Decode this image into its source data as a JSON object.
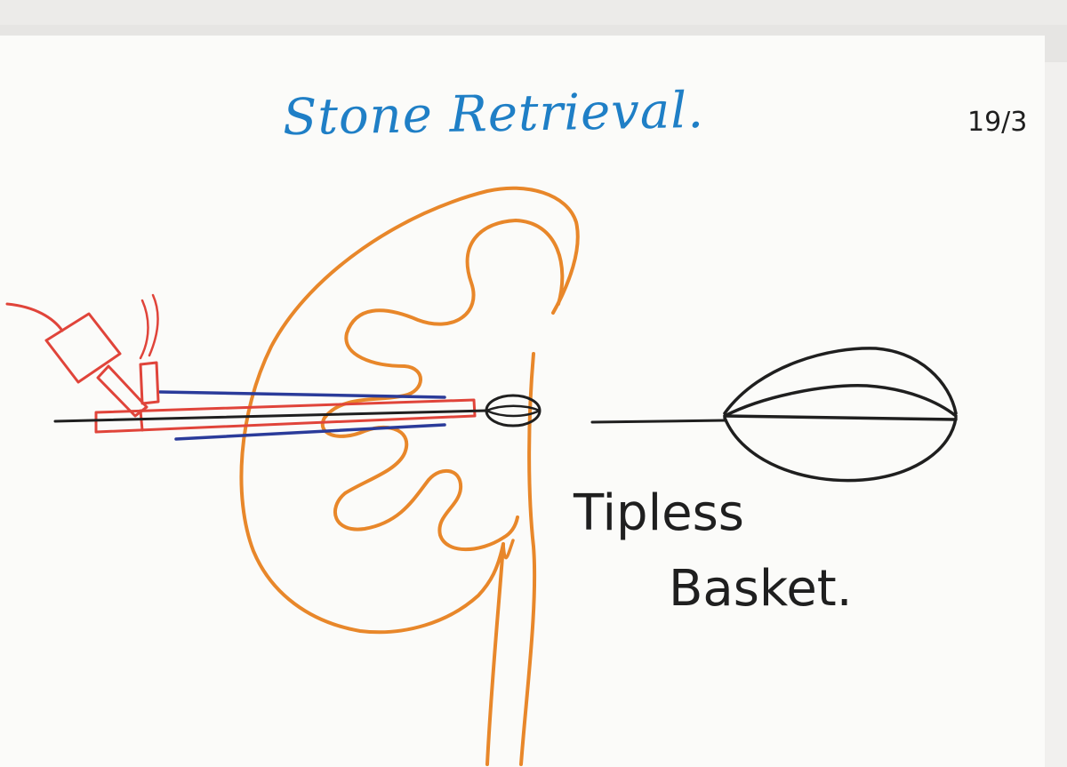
{
  "title": "Stone Retrieval.",
  "date": "19/3",
  "label": {
    "line1": "Tipless",
    "line2": "Basket."
  },
  "colors": {
    "title_ink": "#1f7fc6",
    "kidney_ink": "#e8872a",
    "scope_ink": "#e0443a",
    "sheath_ink": "#2a3b9a",
    "wire_ink": "#1f1f1f",
    "paper": "#fbfbf9"
  }
}
